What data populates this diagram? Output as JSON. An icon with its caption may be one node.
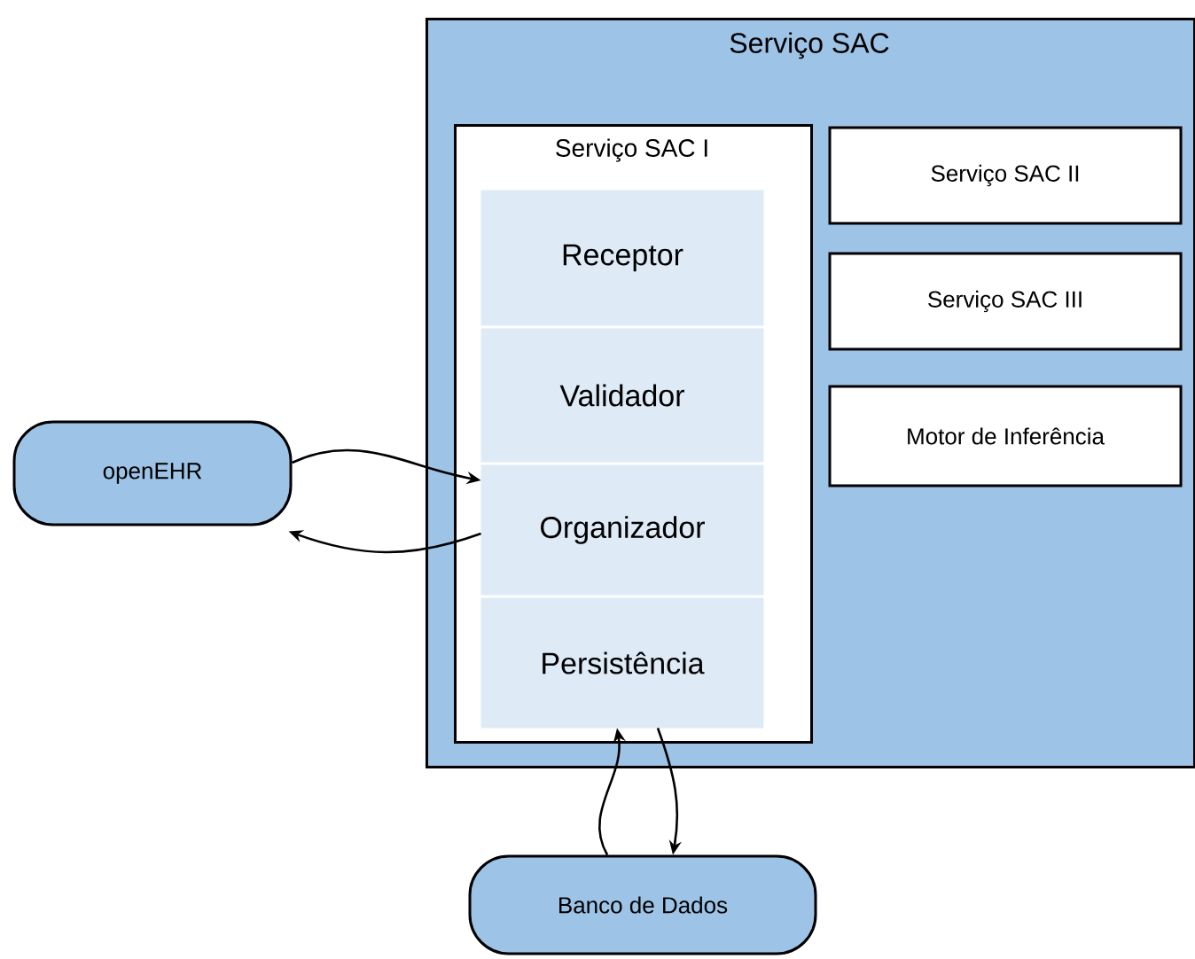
{
  "diagram": {
    "nodes": [
      {
        "text": [
          "Serviço SAC"
        ]
      },
      {
        "text": [
          "Serviço SAC I"
        ],
        "in": 0
      },
      {
        "text": [
          "Receptor"
        ],
        "in": 1
      },
      {
        "text": [
          "Validador"
        ],
        "in": 1
      },
      {
        "text": [
          "Organizador"
        ],
        "in": 1
      },
      {
        "text": [
          "Persistência"
        ],
        "in": 1
      },
      {
        "text": [
          "Serviço SAC II"
        ],
        "in": 0
      },
      {
        "text": [
          "Serviço SAC III"
        ],
        "in": 0
      },
      {
        "text": [
          "Motor de Inferência"
        ],
        "in": 0
      },
      {
        "text": [
          "openEHR"
        ]
      },
      {
        "text": [
          "Banco de Dados"
        ]
      }
    ],
    "edges": [
      {
        "from": 9,
        "to": 4,
        "arrow": "to"
      },
      {
        "from": 4,
        "to": 9,
        "arrow": "to"
      },
      {
        "from": 10,
        "to": 5,
        "arrow": "to"
      },
      {
        "from": 5,
        "to": 10,
        "arrow": "to"
      }
    ]
  }
}
